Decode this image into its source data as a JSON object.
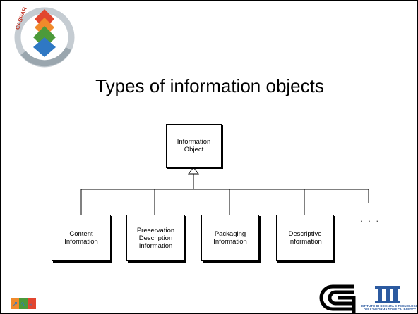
{
  "slide": {
    "title": "Types of information objects",
    "logo_brand": "CASPAR",
    "colors": {
      "red": "#e2462f",
      "orange": "#f08a2b",
      "green": "#4c9a3a",
      "blue": "#2f78c4",
      "ring": "#b9c2c8",
      "isti_blue": "#2c5aa0"
    }
  },
  "diagram": {
    "parent": {
      "label": "Information\nObject"
    },
    "children": [
      {
        "label": "Content\nInformation"
      },
      {
        "label": "Preservation\nDescription\nInformation"
      },
      {
        "label": "Packaging\nInformation"
      },
      {
        "label": "Descriptive\nInformation"
      }
    ],
    "more": ". . ."
  },
  "footer": {
    "left_logo": "three-color-logo",
    "cnr_logo": "cnr-logo",
    "isti_logo": "ISTI",
    "isti_text": "ISTITUTO DI SCIENZA E TECNOLOGIE\nDELL'INFORMAZIONE \"A. FAEDO\""
  }
}
